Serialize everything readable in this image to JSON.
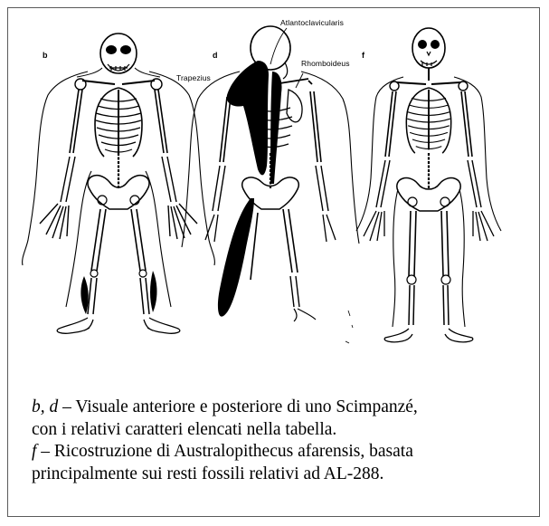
{
  "figure": {
    "panels": [
      {
        "letter": "b"
      },
      {
        "letter": "d"
      },
      {
        "letter": "f"
      }
    ],
    "muscle_labels": {
      "atlanto": "Atlantoclavicularis",
      "trapezius": "Trapezius",
      "rhomboideus": "Rhomboideus"
    }
  },
  "caption": {
    "line1_letters": "b, d",
    "line1_text": " – Visuale anteriore e  posteriore di uno Scimpanzé,",
    "line2_text": "con i relativi caratteri elencati nella tabella.",
    "line3_letter": "f",
    "line3_text": " – Ricostruzione di Australopithecus afarensis, basata",
    "line4_text": "principalmente sui resti fossili relativi ad AL-288."
  }
}
